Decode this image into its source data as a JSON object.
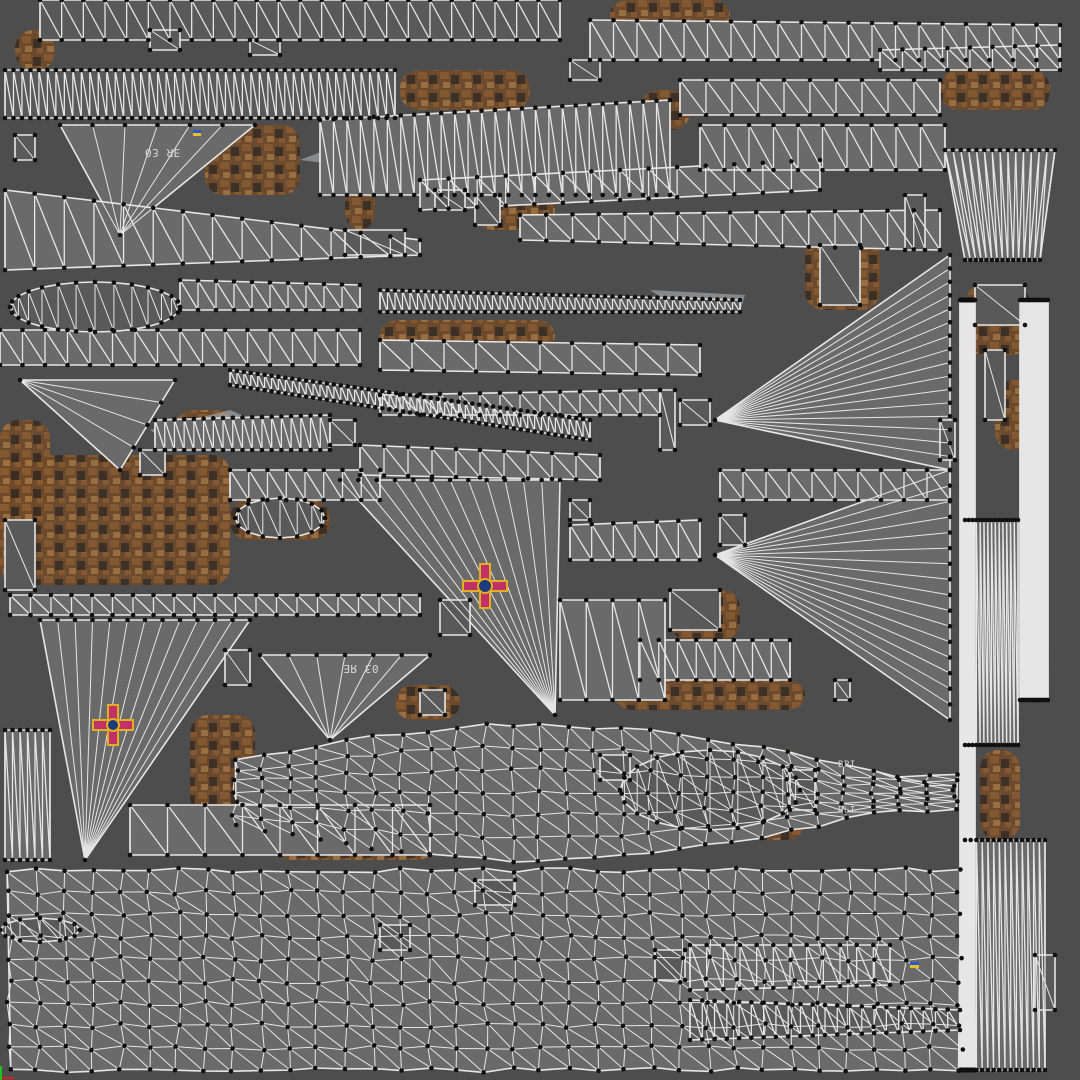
{
  "texture": {
    "background_color": "#4d4d4d",
    "island_fill": "#6a6a6a",
    "island_fill_dark": "#595959",
    "wire_color": "#e6e6e6",
    "vertex_color": "#101010",
    "camo_colors": [
      "#8a5a2e",
      "#6e4a2a",
      "#3b2d22",
      "#a0703e"
    ],
    "highlight_color": "#b8bcbf",
    "emblem_cross_color": "#c2306a",
    "emblem_center_color": "#e0b020"
  },
  "markings": {
    "serial_1": "BPI",
    "serial_2": "BPI",
    "code_1": "03 ЯЕ",
    "code_2": "03 ЯЕ"
  },
  "icons": [
    "emblem-cross-icon",
    "emblem-cross-icon",
    "flag-icon",
    "flag-icon",
    "origin-axis-icon"
  ]
}
